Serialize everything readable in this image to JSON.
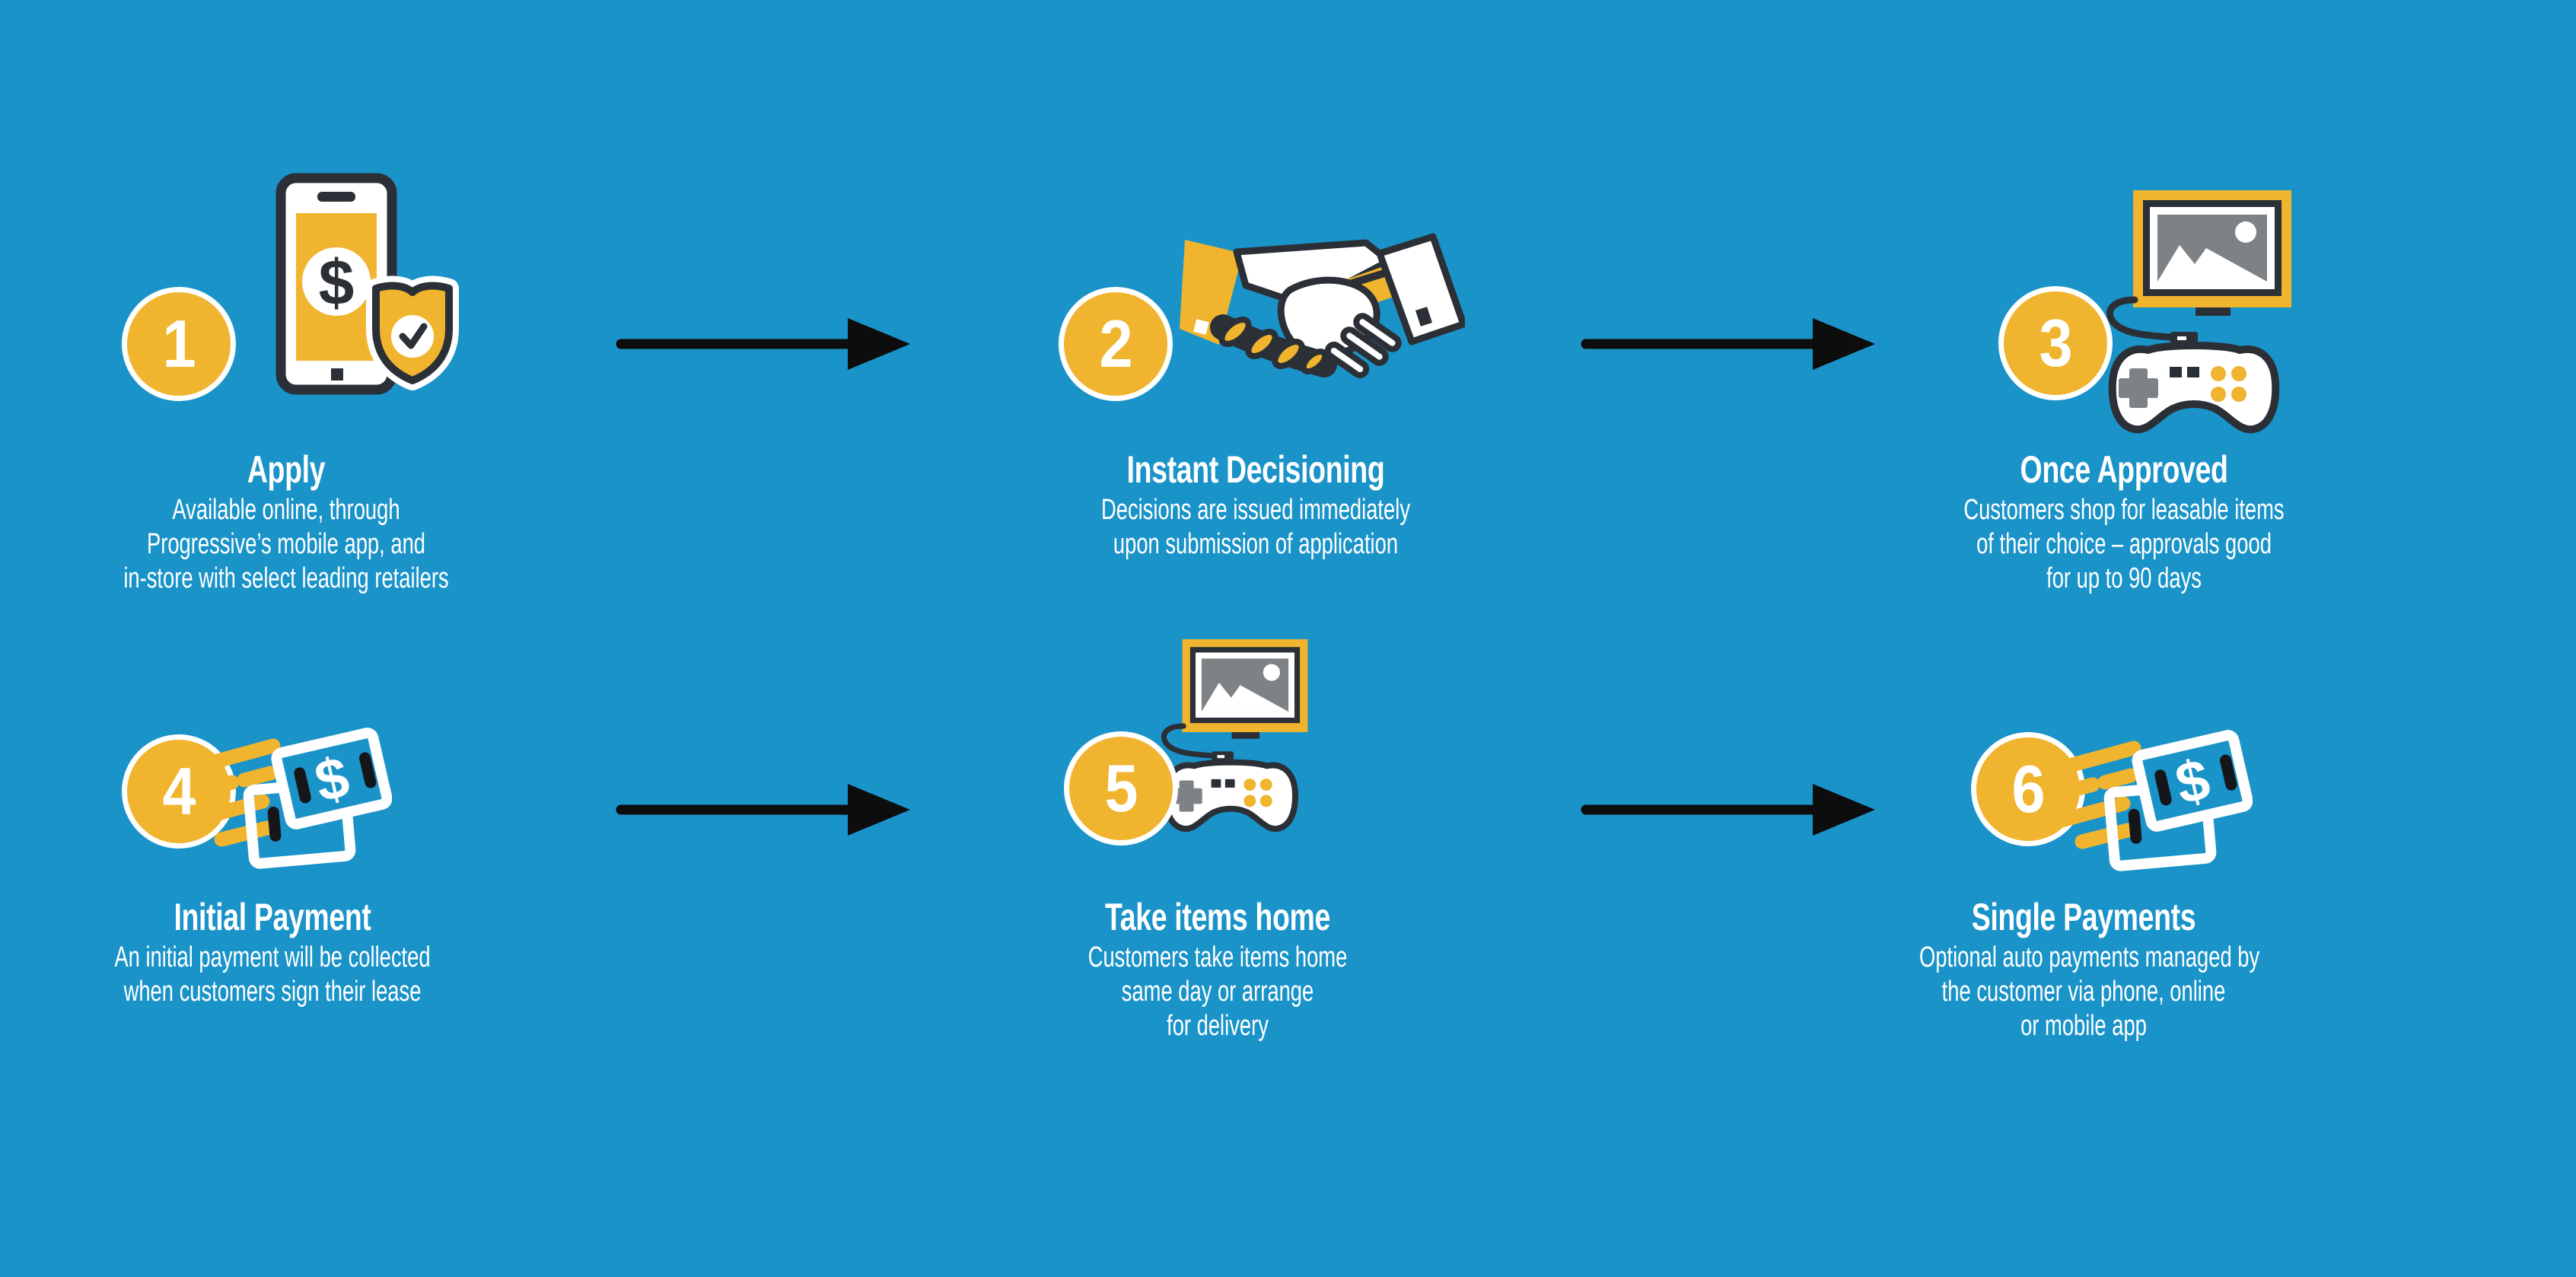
{
  "infographic": {
    "theme": "process-flow",
    "colors": {
      "background": "#1a93c9",
      "accent_yellow": "#f0b42e",
      "outline_dark": "#2b2f36",
      "arrow_black": "#0d0d0d",
      "text_white": "#ffffff",
      "placeholder_gray": "#7f8285"
    },
    "steps": [
      {
        "number": "1",
        "title": "Apply",
        "icon": "phone-dollar-shield-icon",
        "desc": [
          "Available online, through",
          "Progressive’s mobile app, and",
          "in-store with select leading retailers"
        ]
      },
      {
        "number": "2",
        "title": "Instant Decisioning",
        "icon": "handshake-icon",
        "desc": [
          "Decisions are issued immediately",
          "upon submission of application"
        ]
      },
      {
        "number": "3",
        "title": "Once Approved",
        "icon": "monitor-controller-icon",
        "desc": [
          "Customers shop for leasable items",
          "of their choice – approvals good",
          "for up to 90 days"
        ]
      },
      {
        "number": "4",
        "title": "Initial Payment",
        "icon": "flying-money-icon",
        "desc": [
          "An initial payment will be collected",
          "when customers sign their lease"
        ]
      },
      {
        "number": "5",
        "title": "Take items home",
        "icon": "monitor-controller-icon",
        "desc": [
          "Customers take items home",
          "same day or arrange",
          "for delivery"
        ]
      },
      {
        "number": "6",
        "title": "Single Payments",
        "icon": "flying-money-icon",
        "desc": [
          "Optional auto payments managed by",
          "the customer via phone, online",
          "or mobile app"
        ]
      }
    ]
  }
}
